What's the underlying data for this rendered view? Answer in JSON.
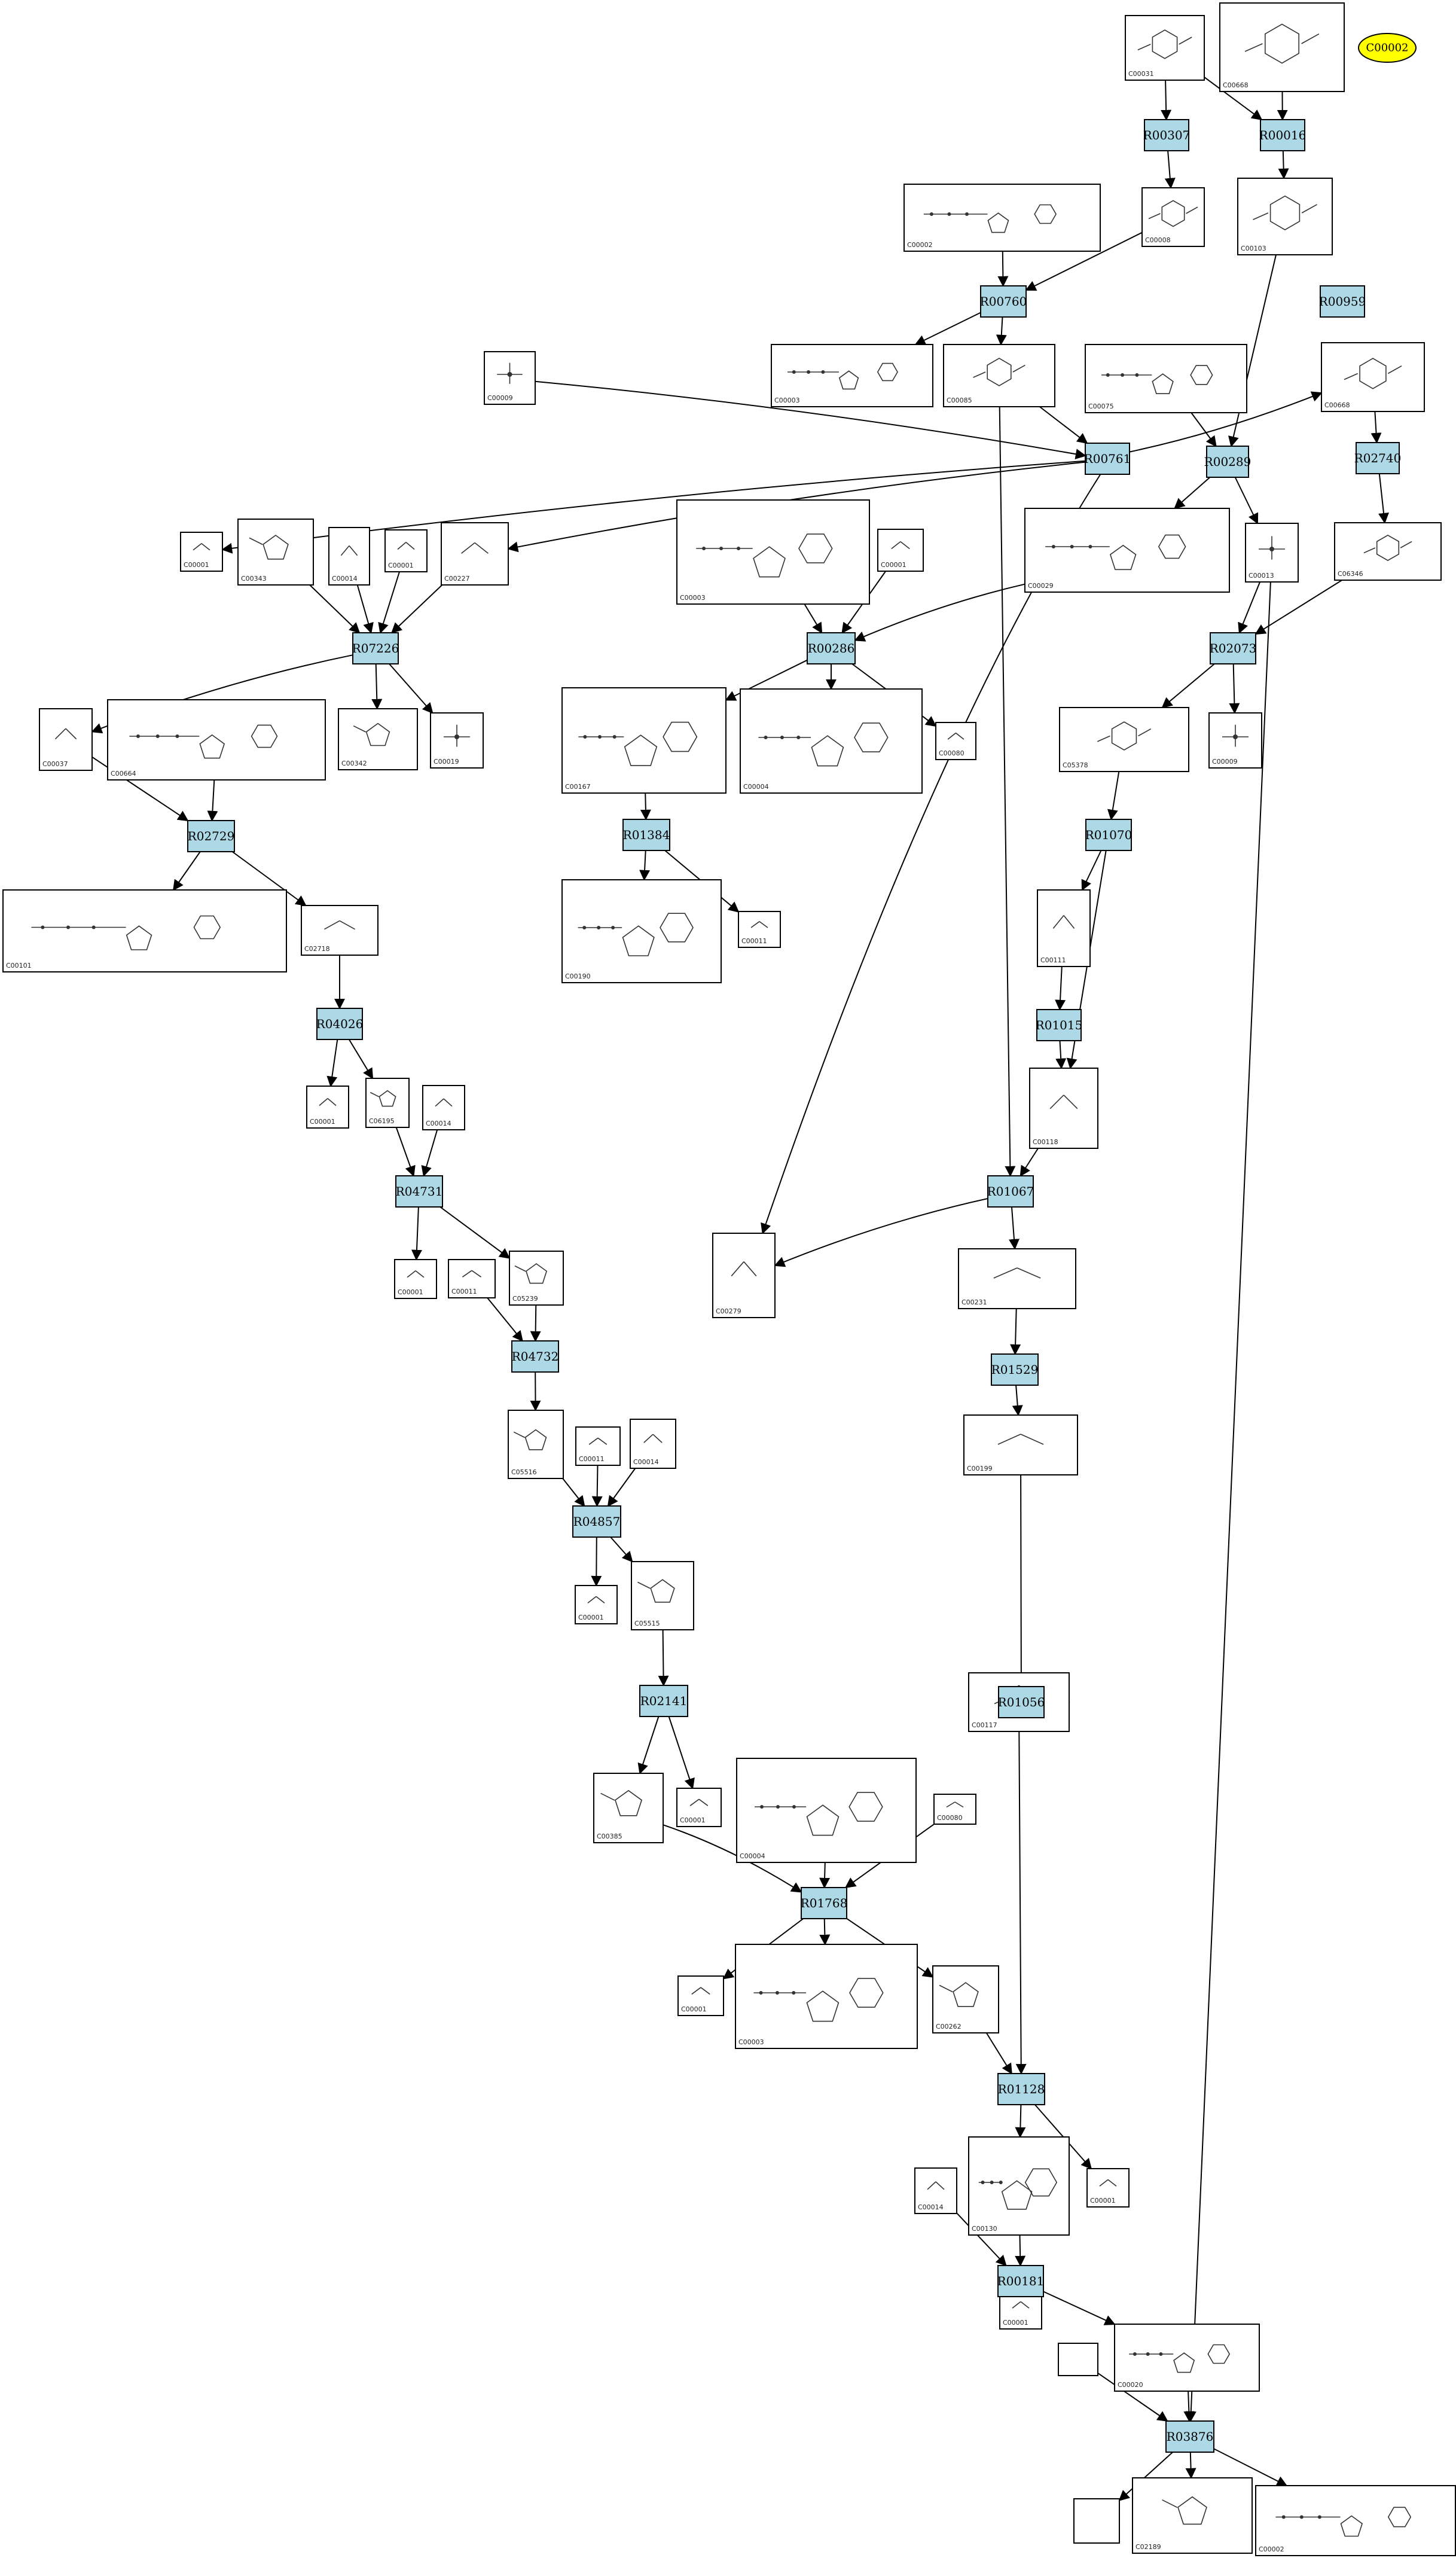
{
  "diagram": {
    "ellipse_node": {
      "id": "C00002",
      "fill": "#ffff00"
    },
    "reaction_color": "#add8e6",
    "compounds": [
      {
        "id": "C00031",
        "shape": "sugar"
      },
      {
        "id": "C00668",
        "shape": "sugar"
      },
      {
        "id": "C00002",
        "shape": "nucleotide"
      },
      {
        "id": "C00008",
        "shape": "sugar"
      },
      {
        "id": "C00103",
        "shape": "sugar"
      },
      {
        "id": "C00009",
        "shape": "phosphate"
      },
      {
        "id": "C00003",
        "shape": "nucleotide"
      },
      {
        "id": "C00085",
        "shape": "sugar"
      },
      {
        "id": "C00075",
        "shape": "nucleotide"
      },
      {
        "id": "C00668",
        "shape": "sugar"
      },
      {
        "id": "C00001",
        "shape": "small"
      },
      {
        "id": "C00343",
        "shape": "ring"
      },
      {
        "id": "C00014",
        "shape": "small"
      },
      {
        "id": "C00001",
        "shape": "small"
      },
      {
        "id": "C00227",
        "shape": "small"
      },
      {
        "id": "C00003",
        "shape": "nucleotide"
      },
      {
        "id": "C00001",
        "shape": "small"
      },
      {
        "id": "C00029",
        "shape": "nucleotide"
      },
      {
        "id": "C00013",
        "shape": "phosphate"
      },
      {
        "id": "C06346",
        "shape": "sugar"
      },
      {
        "id": "C00037",
        "shape": "small"
      },
      {
        "id": "C00664",
        "shape": "nucleotide"
      },
      {
        "id": "C00342",
        "shape": "ring"
      },
      {
        "id": "C00019",
        "shape": "phosphate"
      },
      {
        "id": "C00167",
        "shape": "nucleotide"
      },
      {
        "id": "C00004",
        "shape": "nucleotide"
      },
      {
        "id": "C00080",
        "shape": "small"
      },
      {
        "id": "C05378",
        "shape": "sugar"
      },
      {
        "id": "C00009",
        "shape": "phosphate"
      },
      {
        "id": "C00101",
        "shape": "nucleotide"
      },
      {
        "id": "C02718",
        "shape": "small"
      },
      {
        "id": "C00190",
        "shape": "nucleotide"
      },
      {
        "id": "C00011",
        "shape": "small"
      },
      {
        "id": "C00111",
        "shape": "small"
      },
      {
        "id": "C00001",
        "shape": "small"
      },
      {
        "id": "C06195",
        "shape": "ring"
      },
      {
        "id": "C00014",
        "shape": "small"
      },
      {
        "id": "C00118",
        "shape": "small"
      },
      {
        "id": "C00001",
        "shape": "small"
      },
      {
        "id": "C00011",
        "shape": "small"
      },
      {
        "id": "C05239",
        "shape": "ring"
      },
      {
        "id": "C00279",
        "shape": "small"
      },
      {
        "id": "C00231",
        "shape": "small"
      },
      {
        "id": "C05516",
        "shape": "ring"
      },
      {
        "id": "C00011",
        "shape": "small"
      },
      {
        "id": "C00014",
        "shape": "small"
      },
      {
        "id": "C00199",
        "shape": "small"
      },
      {
        "id": "C00001",
        "shape": "small"
      },
      {
        "id": "C05515",
        "shape": "ring"
      },
      {
        "id": "C00117",
        "shape": "sugar"
      },
      {
        "id": "C00385",
        "shape": "ring"
      },
      {
        "id": "C00001",
        "shape": "small"
      },
      {
        "id": "C00004",
        "shape": "nucleotide"
      },
      {
        "id": "C00080",
        "shape": "small"
      },
      {
        "id": "C00001",
        "shape": "small"
      },
      {
        "id": "C00003",
        "shape": "nucleotide"
      },
      {
        "id": "C00262",
        "shape": "ring"
      },
      {
        "id": "C00001",
        "shape": "small"
      },
      {
        "id": "C00014",
        "shape": "small"
      },
      {
        "id": "C00130",
        "shape": "nucleotide"
      },
      {
        "id": "C00001",
        "shape": "small"
      },
      {
        "id": "C00020",
        "shape": "nucleotide"
      },
      {
        "id": "",
        "shape": "empty"
      },
      {
        "id": "",
        "shape": "empty"
      },
      {
        "id": "C02189",
        "shape": "ring"
      },
      {
        "id": "C00002",
        "shape": "nucleotide"
      }
    ],
    "reactions": [
      "R00307",
      "R00016",
      "R00760",
      "R00959",
      "R00761",
      "R00289",
      "R02740",
      "R07226",
      "R00286",
      "R02073",
      "R02729",
      "R01384",
      "R01070",
      "R04026",
      "R01015",
      "R04731",
      "R01067",
      "R04732",
      "R01529",
      "R04857",
      "R01056",
      "R02141",
      "R01768",
      "R01128",
      "R00181",
      "R03876"
    ]
  }
}
